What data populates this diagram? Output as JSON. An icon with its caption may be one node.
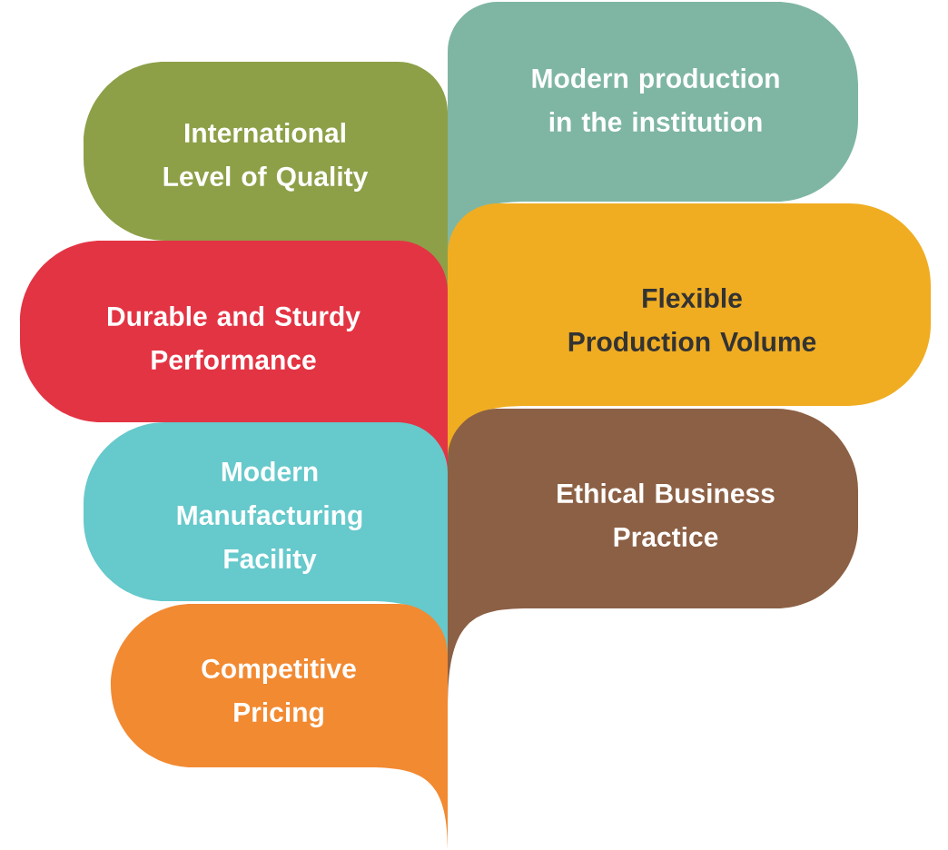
{
  "diagram": {
    "nodes": [
      {
        "text": [
          "Modern production in the institution"
        ]
      },
      {
        "text": [
          "International Level of Quality"
        ]
      },
      {
        "text": [
          "Flexible Production Volume"
        ]
      },
      {
        "text": [
          "Durable and Sturdy Performance"
        ]
      },
      {
        "text": [
          "Ethical Business Practice"
        ]
      },
      {
        "text": [
          "Modern Manufacturing Facility"
        ]
      },
      {
        "text": [
          "Competitive Pricing"
        ]
      }
    ]
  }
}
